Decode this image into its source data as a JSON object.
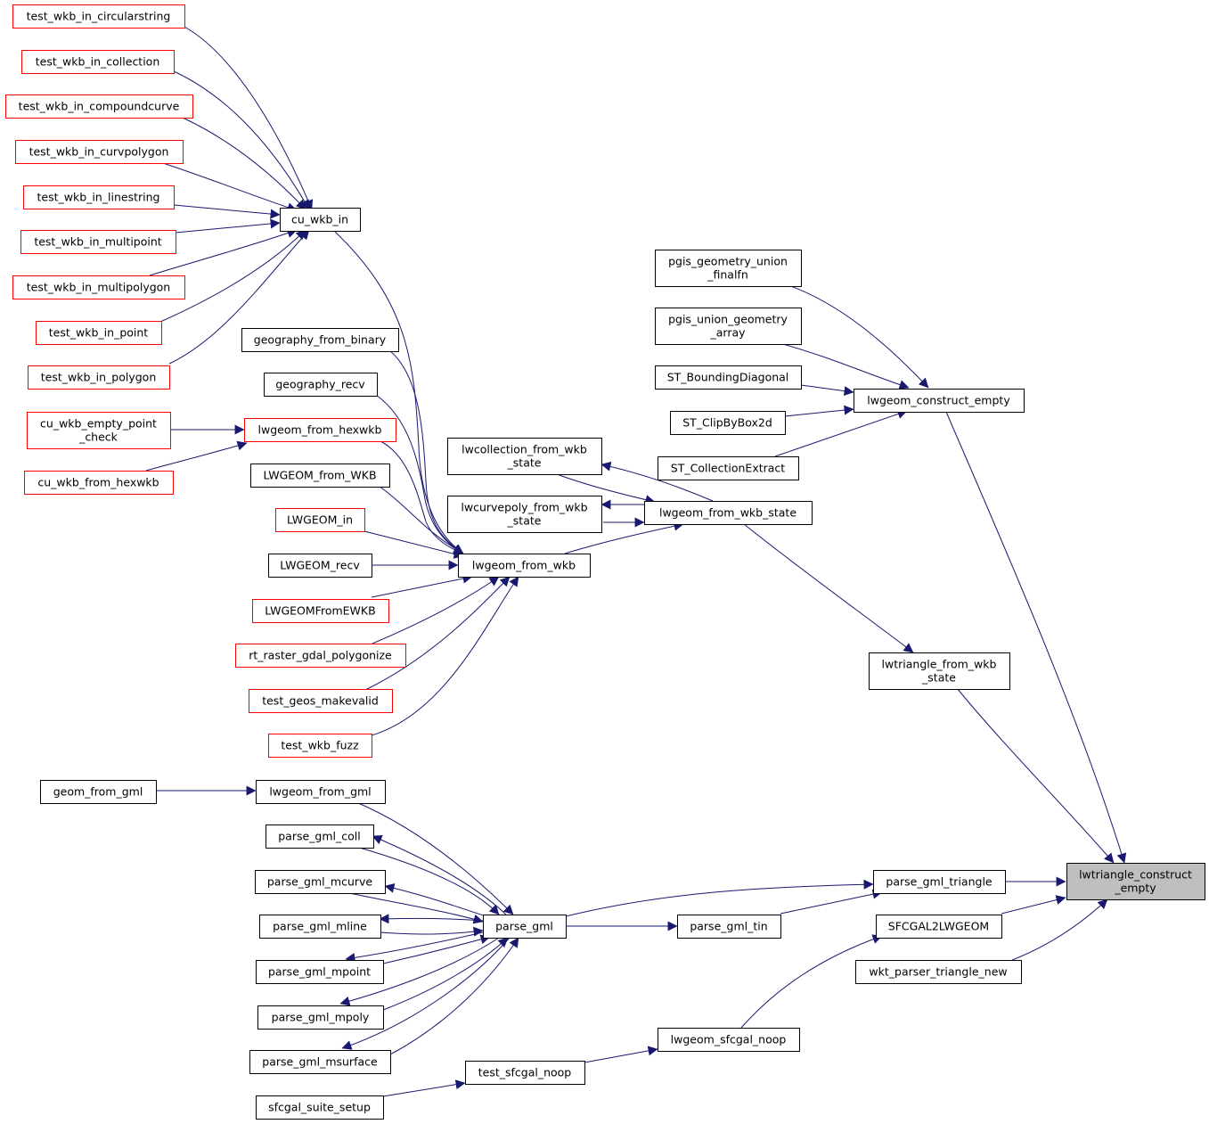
{
  "colors": {
    "edge": "#191970",
    "normal_border": "#000000",
    "undocumented_border": "#ff0000",
    "focus_fill": "#bfbfbf",
    "node_fill": "#ffffff"
  },
  "nodes": [
    {
      "id": "target",
      "lines": [
        "lwtriangle_construct",
        "_empty"
      ],
      "style": "focus"
    },
    {
      "id": "lwgeom_construct_empty",
      "lines": [
        "lwgeom_construct_empty"
      ],
      "style": "normal"
    },
    {
      "id": "lwtriangle_from_wkb_state",
      "lines": [
        "lwtriangle_from_wkb",
        "_state"
      ],
      "style": "normal"
    },
    {
      "id": "parse_gml_triangle",
      "lines": [
        "parse_gml_triangle"
      ],
      "style": "normal"
    },
    {
      "id": "SFCGAL2LWGEOM",
      "lines": [
        "SFCGAL2LWGEOM"
      ],
      "style": "normal"
    },
    {
      "id": "wkt_parser_triangle_new",
      "lines": [
        "wkt_parser_triangle_new"
      ],
      "style": "normal"
    },
    {
      "id": "pgis_geometry_union_finalfn",
      "lines": [
        "pgis_geometry_union",
        "_finalfn"
      ],
      "style": "normal"
    },
    {
      "id": "pgis_union_geometry_array",
      "lines": [
        "pgis_union_geometry",
        "_array"
      ],
      "style": "normal"
    },
    {
      "id": "ST_BoundingDiagonal",
      "lines": [
        "ST_BoundingDiagonal"
      ],
      "style": "normal"
    },
    {
      "id": "ST_ClipByBox2d",
      "lines": [
        "ST_ClipByBox2d"
      ],
      "style": "normal"
    },
    {
      "id": "ST_CollectionExtract",
      "lines": [
        "ST_CollectionExtract"
      ],
      "style": "normal"
    },
    {
      "id": "lwgeom_from_wkb_state",
      "lines": [
        "lwgeom_from_wkb_state"
      ],
      "style": "normal"
    },
    {
      "id": "lwcollection_from_wkb_state",
      "lines": [
        "lwcollection_from_wkb",
        "_state"
      ],
      "style": "normal"
    },
    {
      "id": "lwcurvepoly_from_wkb_state",
      "lines": [
        "lwcurvepoly_from_wkb",
        "_state"
      ],
      "style": "normal"
    },
    {
      "id": "lwgeom_from_wkb",
      "lines": [
        "lwgeom_from_wkb"
      ],
      "style": "normal"
    },
    {
      "id": "cu_wkb_in",
      "lines": [
        "cu_wkb_in"
      ],
      "style": "normal"
    },
    {
      "id": "test_wkb_in_circularstring",
      "lines": [
        "test_wkb_in_circularstring"
      ],
      "style": "red"
    },
    {
      "id": "test_wkb_in_collection",
      "lines": [
        "test_wkb_in_collection"
      ],
      "style": "red"
    },
    {
      "id": "test_wkb_in_compoundcurve",
      "lines": [
        "test_wkb_in_compoundcurve"
      ],
      "style": "red"
    },
    {
      "id": "test_wkb_in_curvpolygon",
      "lines": [
        "test_wkb_in_curvpolygon"
      ],
      "style": "red"
    },
    {
      "id": "test_wkb_in_linestring",
      "lines": [
        "test_wkb_in_linestring"
      ],
      "style": "red"
    },
    {
      "id": "test_wkb_in_multipoint",
      "lines": [
        "test_wkb_in_multipoint"
      ],
      "style": "red"
    },
    {
      "id": "test_wkb_in_multipolygon",
      "lines": [
        "test_wkb_in_multipolygon"
      ],
      "style": "red"
    },
    {
      "id": "test_wkb_in_point",
      "lines": [
        "test_wkb_in_point"
      ],
      "style": "red"
    },
    {
      "id": "test_wkb_in_polygon",
      "lines": [
        "test_wkb_in_polygon"
      ],
      "style": "red"
    },
    {
      "id": "geography_from_binary",
      "lines": [
        "geography_from_binary"
      ],
      "style": "normal"
    },
    {
      "id": "geography_recv",
      "lines": [
        "geography_recv"
      ],
      "style": "normal"
    },
    {
      "id": "lwgeom_from_hexwkb",
      "lines": [
        "lwgeom_from_hexwkb"
      ],
      "style": "red"
    },
    {
      "id": "cu_wkb_empty_point_check",
      "lines": [
        "cu_wkb_empty_point",
        "_check"
      ],
      "style": "red"
    },
    {
      "id": "cu_wkb_from_hexwkb",
      "lines": [
        "cu_wkb_from_hexwkb"
      ],
      "style": "red"
    },
    {
      "id": "LWGEOM_from_WKB",
      "lines": [
        "LWGEOM_from_WKB"
      ],
      "style": "normal"
    },
    {
      "id": "LWGEOM_in",
      "lines": [
        "LWGEOM_in"
      ],
      "style": "red"
    },
    {
      "id": "LWGEOM_recv",
      "lines": [
        "LWGEOM_recv"
      ],
      "style": "normal"
    },
    {
      "id": "LWGEOMFromEWKB",
      "lines": [
        "LWGEOMFromEWKB"
      ],
      "style": "red"
    },
    {
      "id": "rt_raster_gdal_polygonize",
      "lines": [
        "rt_raster_gdal_polygonize"
      ],
      "style": "red"
    },
    {
      "id": "test_geos_makevalid",
      "lines": [
        "test_geos_makevalid"
      ],
      "style": "red"
    },
    {
      "id": "test_wkb_fuzz",
      "lines": [
        "test_wkb_fuzz"
      ],
      "style": "red"
    },
    {
      "id": "geom_from_gml",
      "lines": [
        "geom_from_gml"
      ],
      "style": "normal"
    },
    {
      "id": "lwgeom_from_gml",
      "lines": [
        "lwgeom_from_gml"
      ],
      "style": "normal"
    },
    {
      "id": "parse_gml_coll",
      "lines": [
        "parse_gml_coll"
      ],
      "style": "normal"
    },
    {
      "id": "parse_gml_mcurve",
      "lines": [
        "parse_gml_mcurve"
      ],
      "style": "normal"
    },
    {
      "id": "parse_gml_mline",
      "lines": [
        "parse_gml_mline"
      ],
      "style": "normal"
    },
    {
      "id": "parse_gml_mpoint",
      "lines": [
        "parse_gml_mpoint"
      ],
      "style": "normal"
    },
    {
      "id": "parse_gml_mpoly",
      "lines": [
        "parse_gml_mpoly"
      ],
      "style": "normal"
    },
    {
      "id": "parse_gml_msurface",
      "lines": [
        "parse_gml_msurface"
      ],
      "style": "normal"
    },
    {
      "id": "parse_gml",
      "lines": [
        "parse_gml"
      ],
      "style": "normal"
    },
    {
      "id": "parse_gml_tin",
      "lines": [
        "parse_gml_tin"
      ],
      "style": "normal"
    },
    {
      "id": "lwgeom_sfcgal_noop",
      "lines": [
        "lwgeom_sfcgal_noop"
      ],
      "style": "normal"
    },
    {
      "id": "test_sfcgal_noop",
      "lines": [
        "test_sfcgal_noop"
      ],
      "style": "normal"
    },
    {
      "id": "sfcgal_suite_setup",
      "lines": [
        "sfcgal_suite_setup"
      ],
      "style": "normal"
    }
  ]
}
